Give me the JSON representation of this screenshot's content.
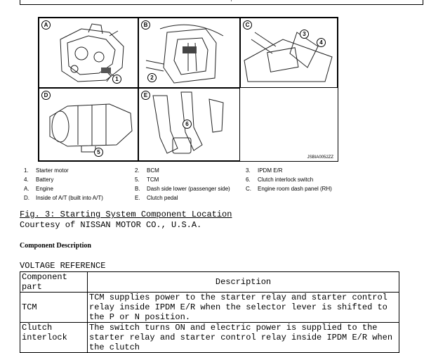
{
  "figure": {
    "panels": [
      {
        "label": "A",
        "callouts": [
          "1"
        ]
      },
      {
        "label": "B",
        "callouts": [
          "2"
        ]
      },
      {
        "label": "C",
        "callouts": [
          "3",
          "4"
        ]
      },
      {
        "label": "D",
        "callouts": [
          "5"
        ]
      },
      {
        "label": "E",
        "callouts": [
          "6"
        ]
      }
    ],
    "code": "JSBIA0052ZZ"
  },
  "legend": [
    [
      {
        "key": "1.",
        "text": "Starter motor"
      },
      {
        "key": "2.",
        "text": "BCM"
      },
      {
        "key": "3.",
        "text": "IPDM E/R"
      }
    ],
    [
      {
        "key": "4.",
        "text": "Battery"
      },
      {
        "key": "5.",
        "text": "TCM"
      },
      {
        "key": "6.",
        "text": "Clutch interlock switch"
      }
    ],
    [
      {
        "key": "A.",
        "text": "Engine"
      },
      {
        "key": "B.",
        "text": "Dash side lower (passenger side)"
      },
      {
        "key": "C.",
        "text": "Engine room dash panel (RH)"
      }
    ],
    [
      {
        "key": "D.",
        "text": "Inside of A/T (built into A/T)"
      },
      {
        "key": "E.",
        "text": "Clutch pedal"
      },
      {
        "key": "",
        "text": ""
      }
    ]
  ],
  "caption": "Fig. 3: Starting System Component Location",
  "courtesy": "Courtesy of NISSAN MOTOR CO., U.S.A.",
  "section_title": "Component Description",
  "voltage_reference": "VOLTAGE REFERENCE",
  "table": {
    "headers": [
      "Component part",
      "Description"
    ],
    "rows": [
      {
        "part": "TCM",
        "description": "TCM supplies power to the starter relay and starter control relay inside IPDM E/R when the selector lever is shifted to the P or N position."
      },
      {
        "part": "Clutch interlock",
        "description": "The switch turns ON and electric power is supplied to the starter relay and starter control relay inside IPDM E/R when the clutch"
      }
    ]
  }
}
